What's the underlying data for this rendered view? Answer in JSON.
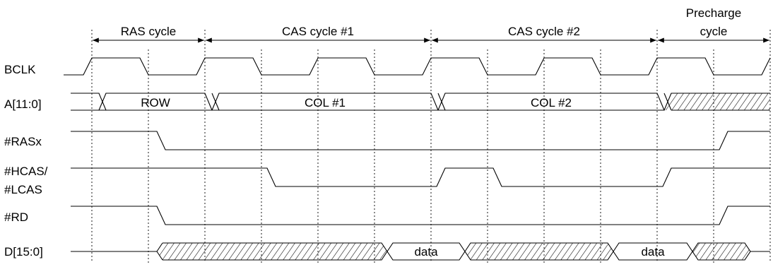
{
  "phases": {
    "ras": "RAS cycle",
    "cas1": "CAS cycle #1",
    "cas2": "CAS cycle #2",
    "precharge_line1": "Precharge",
    "precharge_line2": "cycle"
  },
  "signals": {
    "bclk": "BCLK",
    "addr": "A[11:0]",
    "rasx": "#RASx",
    "hcas": "#HCAS/",
    "lcas": "#LCAS",
    "rd": "#RD",
    "data": "D[15:0]"
  },
  "bus_values": {
    "row": "ROW",
    "col1": "COL #1",
    "col2": "COL #2",
    "data1": "data",
    "data2": "data"
  }
}
